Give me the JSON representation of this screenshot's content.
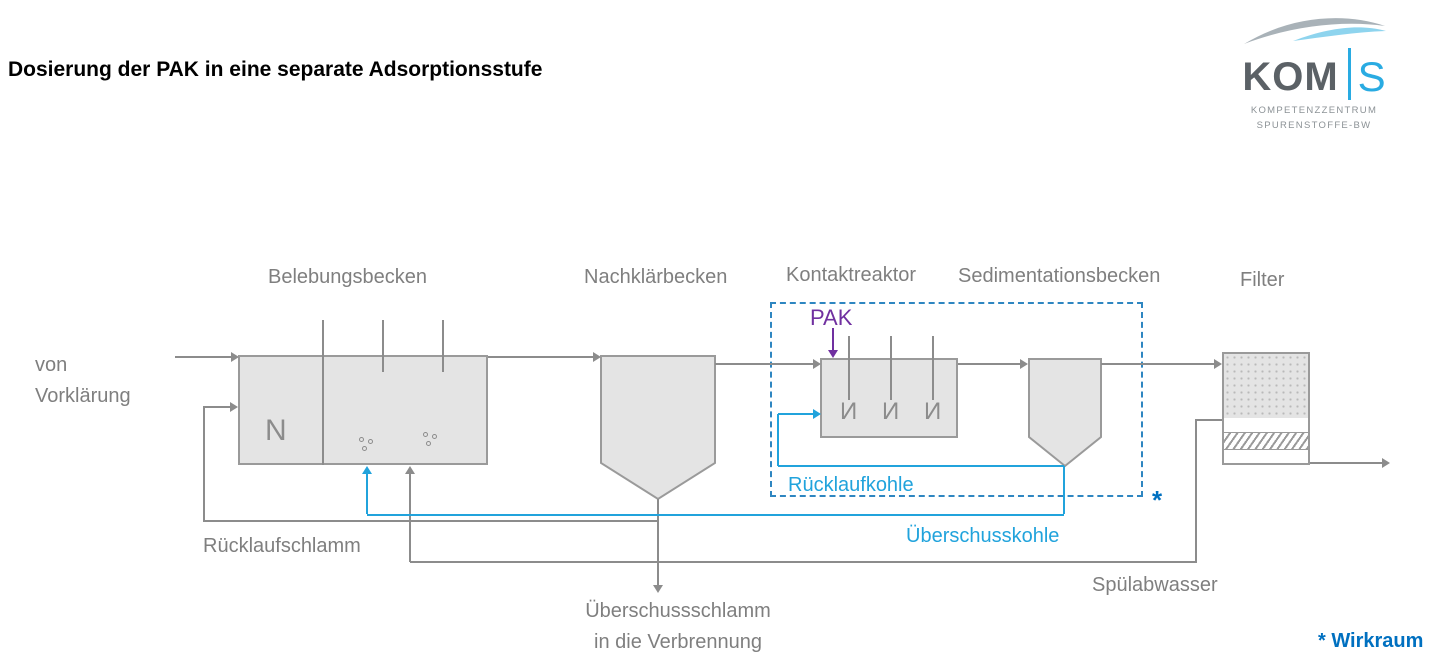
{
  "header": {
    "title": "Dosierung der PAK in eine separate Adsorptionsstufe"
  },
  "logo": {
    "text_main": "KOM",
    "text_accent": "S",
    "subtitle_line1": "KOMPETENZZENTRUM",
    "subtitle_line2": "SPURENSTOFFE-BW"
  },
  "diagram": {
    "source_label": "von\nVorklärung",
    "units": {
      "belebungsbecken": "Belebungsbecken",
      "nachklaerbecken": "Nachklärbecken",
      "kontaktreaktor": "Kontaktreaktor",
      "sedimentationsbecken": "Sedimentationsbecken",
      "filter": "Filter"
    },
    "streams": {
      "pak": "PAK",
      "ruecklaufschlamm": "Rücklaufschlamm",
      "ruecklaufkohle": "Rücklaufkohle",
      "ueberschusskohle": "Überschusskohle",
      "ueberschussschlamm": "Überschussschlamm\nin die Verbrennung",
      "spuelabwasser": "Spülabwasser"
    },
    "symbols": {
      "denitrification": "N",
      "mixer": "И"
    },
    "footnote_marker": "*",
    "footnote": "* Wirkraum"
  },
  "colors": {
    "gray_line": "#8C8C8C",
    "gray_text": "#7F7F7F",
    "basin_fill": "#E4E4E4",
    "blue_accent": "#21A3DC",
    "dashed_box_blue": "#2E86C1",
    "dark_blue": "#0070C0",
    "purple": "#7030A0",
    "logo_blue": "#29ABE2"
  }
}
